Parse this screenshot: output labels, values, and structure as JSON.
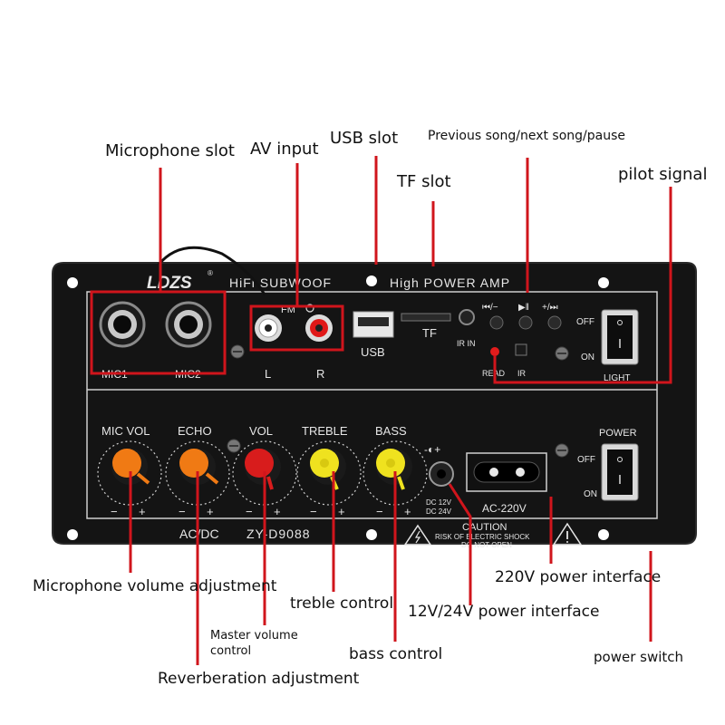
{
  "callouts": {
    "microphone_slot": "Microphone slot",
    "av_input": "AV input",
    "usb_slot": "USB slot",
    "tf_slot": "TF slot",
    "prev_next_pause": "Previous song/next song/pause",
    "pilot_signal": "pilot signal",
    "mic_volume_adjustment": "Microphone volume adjustment",
    "treble_control": "treble control",
    "power_12v_24v": "12V/24V power interface",
    "power_220v": "220V power interface",
    "master_volume_line1": "Master volume",
    "master_volume_line2": "control",
    "bass_control": "bass control",
    "power_switch": "power switch",
    "reverberation_adjustment": "Reverberation adjustment"
  },
  "panel": {
    "brand": "LDZS",
    "brand_mark": "®",
    "title_left": "HiFi SUBWOOF",
    "title_right": "High POWER AMP",
    "mic1": "MIC1",
    "mic2": "MIC2",
    "fm": "FM",
    "av_l": "L",
    "av_r": "R",
    "usb": "USB",
    "tf": "TF",
    "ir_in": "IR IN",
    "btn_prev": "⏮/−",
    "btn_play": "▶‖",
    "btn_next": "+/⏭",
    "read": "READ",
    "ir": "IR",
    "light_off": "OFF",
    "light_on": "ON",
    "light": "LIGHT",
    "knob_mic_vol": "MIC VOL",
    "knob_echo": "ECHO",
    "knob_vol": "VOL",
    "knob_treble": "TREBLE",
    "knob_bass": "BASS",
    "minus": "−",
    "plus": "+",
    "dc_symbol": "-◐+",
    "dc_12v": "DC 12V",
    "dc_24v": "DC 24V",
    "ac_220v": "AC-220V",
    "power": "POWER",
    "power_off": "OFF",
    "power_on": "ON",
    "model_left": "AC/DC",
    "model_right": "ZY-D9088",
    "caution": "CAUTION",
    "caution_line1": "RISK OF ELECTRIC SHOCK",
    "caution_line2": "DO NOT OPEN"
  },
  "colors": {
    "callout_line": "#d0151c",
    "panel": "#141414",
    "knob_orange": "#f07a14",
    "knob_red": "#d81c1c",
    "knob_yellow": "#efe21f"
  }
}
